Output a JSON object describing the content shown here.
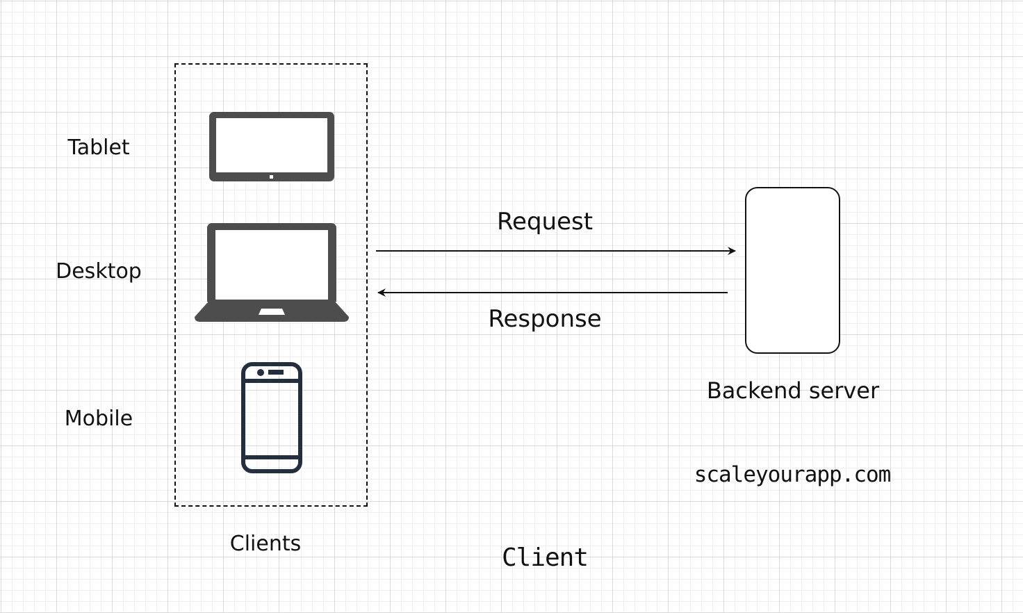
{
  "diagram": {
    "labels": {
      "tablet": "Tablet",
      "desktop": "Desktop",
      "mobile": "Mobile",
      "clients": "Clients",
      "request": "Request",
      "response": "Response",
      "backend_server": "Backend server",
      "website": "scaleyourapp.com",
      "client_title": "Client"
    },
    "icons": {
      "tablet": "tablet-icon",
      "laptop": "laptop-icon",
      "mobile": "mobile-phone-icon"
    },
    "colors": {
      "icon_gray": "#4d4d4d",
      "mobile_navy": "#232f3e",
      "line": "#111111"
    }
  }
}
